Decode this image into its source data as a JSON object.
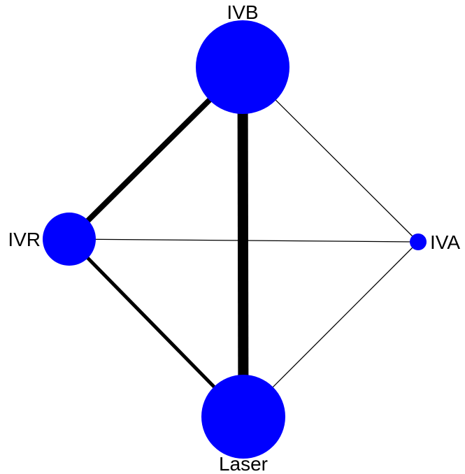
{
  "diagram": {
    "type": "network",
    "colors": {
      "node": "#0000ff",
      "edge": "#000000",
      "background": "#ffffff"
    },
    "nodes": [
      {
        "id": "ivb",
        "label": "IVB"
      },
      {
        "id": "ivr",
        "label": "IVR"
      },
      {
        "id": "iva",
        "label": "IVA"
      },
      {
        "id": "laser",
        "label": "Laser"
      }
    ],
    "edges": [
      {
        "from": "ivb",
        "to": "ivr"
      },
      {
        "from": "ivb",
        "to": "laser"
      },
      {
        "from": "ivb",
        "to": "iva"
      },
      {
        "from": "ivr",
        "to": "iva"
      },
      {
        "from": "ivr",
        "to": "laser"
      },
      {
        "from": "laser",
        "to": "iva"
      }
    ]
  }
}
